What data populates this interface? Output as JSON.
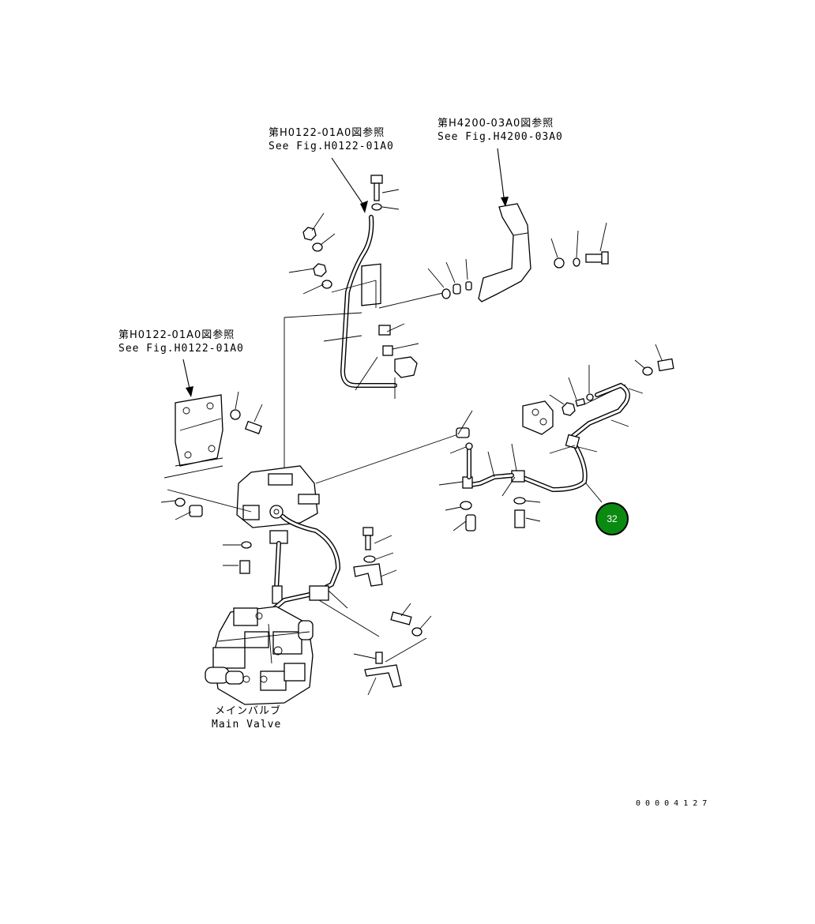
{
  "references": {
    "top_left": {
      "jp": "第H0122-01A0図参照",
      "en": "See Fig.H0122-01A0"
    },
    "top_right": {
      "jp": "第H4200-03A0図参照",
      "en": "See Fig.H4200-03A0"
    },
    "left": {
      "jp": "第H0122-01A0図参照",
      "en": "See Fig.H0122-01A0"
    }
  },
  "main_valve": {
    "jp": "メインバルブ",
    "en": "Main Valve"
  },
  "callout": {
    "number": "32",
    "fill": "#0b8a12",
    "border": "#000000"
  },
  "drawing_number": "0 0 0 0 4 1 2 7"
}
